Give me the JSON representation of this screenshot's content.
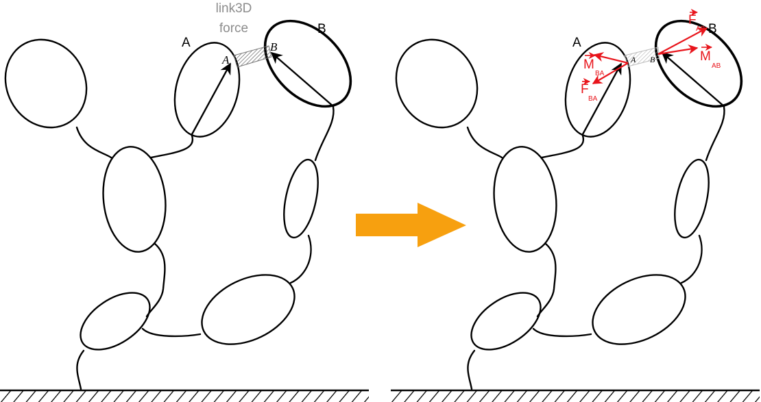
{
  "left_panel": {
    "label_a": "A",
    "label_b": "B",
    "link_label_line1": "link3D",
    "link_label_line2": "force",
    "point_a": "A",
    "point_b": "B"
  },
  "right_panel": {
    "label_a": "A",
    "label_b": "B",
    "point_a": "A",
    "point_b": "B",
    "f_ab": {
      "symbol": "F",
      "sub": "AB"
    },
    "m_ab": {
      "symbol": "M",
      "sub": "AB"
    },
    "m_ba": {
      "symbol": "M",
      "sub": "BA"
    },
    "f_ba": {
      "symbol": "F",
      "sub": "BA"
    }
  },
  "colors": {
    "arrow": "#f7a00f",
    "force_red": "#e8141b",
    "link_label_gray": "#8c8c8c"
  }
}
